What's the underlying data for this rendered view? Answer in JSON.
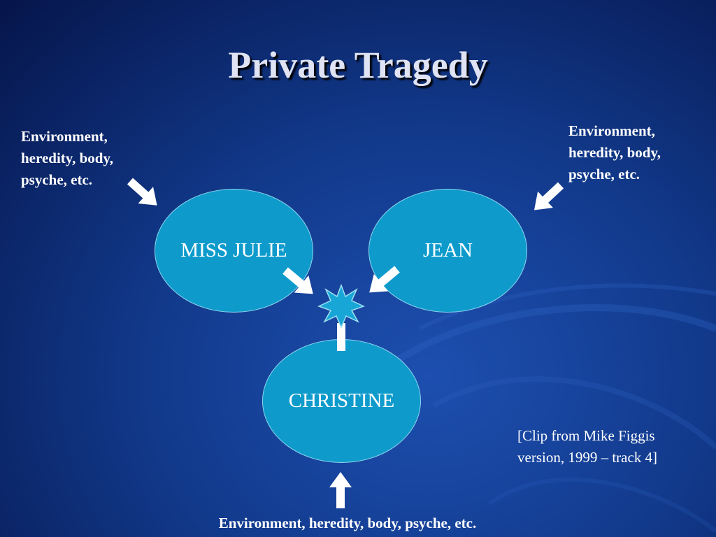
{
  "title": "Private Tragedy",
  "characters": {
    "miss_julie": "MISS JULIE",
    "jean": "JEAN",
    "christine": "CHRISTINE"
  },
  "causes": {
    "left": "Environment,\nheredity, body,\npsyche, etc.",
    "right": "Environment,\nheredity, body,\npsyche, etc.",
    "bottom": "Environment, heredity, body, psyche, etc."
  },
  "note": "[Clip from Mike Figgis\nversion, 1999 – track 4]",
  "colors": {
    "background": "#123a8c",
    "node_fill": "#0e9bcc",
    "node_border": "#8fd6ee",
    "arrow": "#ffffff",
    "title": "#dfe3f3"
  },
  "icons": {
    "collision": "starburst-icon",
    "arrow": "arrow-icon"
  }
}
